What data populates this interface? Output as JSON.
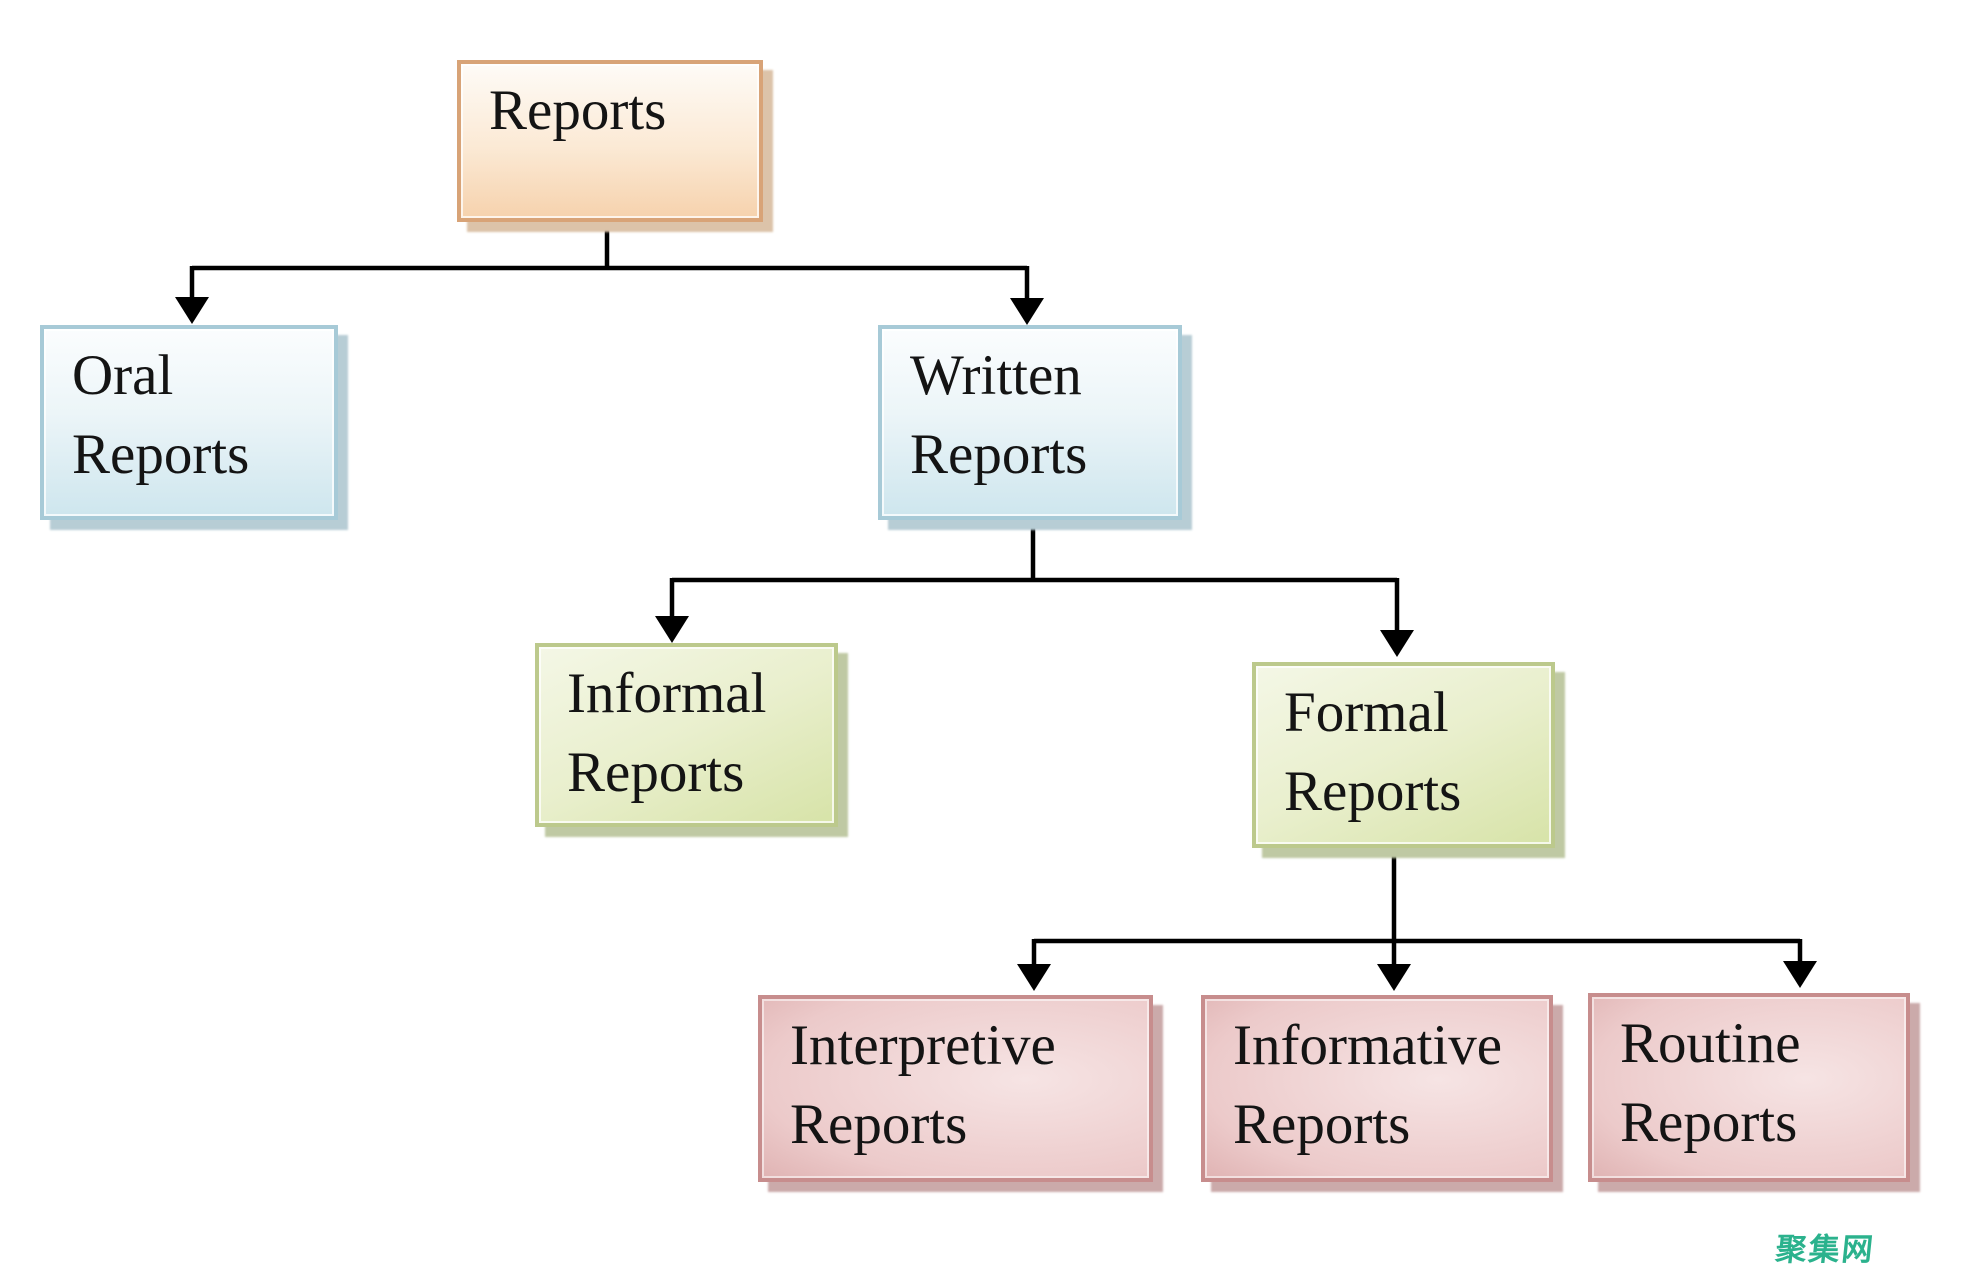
{
  "nodes": {
    "reports": {
      "label": "Reports"
    },
    "oral": {
      "label": "Oral Reports"
    },
    "written": {
      "label": "Written Reports"
    },
    "informal": {
      "label": "Informal Reports"
    },
    "formal": {
      "label": "Formal Reports"
    },
    "interpretive": {
      "label": "Interpretive Reports"
    },
    "informative": {
      "label": "Informative Reports"
    },
    "routine": {
      "label": "Routine Reports"
    }
  },
  "watermark": {
    "text": "聚集网",
    "color": "#2bb28d"
  },
  "colors": {
    "root_fill": "#f6d2ad",
    "root_border": "#d8a377",
    "level1_fill": "#cee6ee",
    "level1_border": "#a7cad7",
    "level2_fill": "#d7e3a8",
    "level2_border": "#bcc98c",
    "level3_fill": "#cf9494",
    "level3_border": "#c78d8d",
    "connector": "#000000",
    "text": "#141414",
    "background": "#ffffff"
  }
}
